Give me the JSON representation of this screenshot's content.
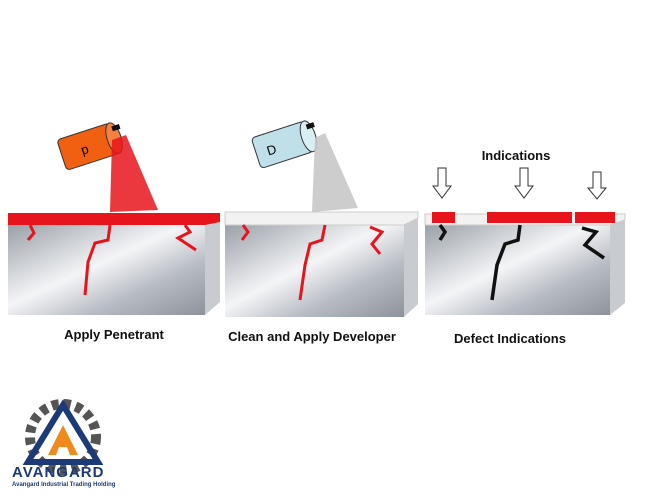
{
  "steps": [
    {
      "label": "Apply Penetrant",
      "can_letter": "p"
    },
    {
      "label": "Clean and Apply Developer",
      "can_letter": "D"
    },
    {
      "label": "Defect Indications",
      "annotation": "Indications"
    }
  ],
  "logo": {
    "name": "AVANGARD",
    "tagline": "Avangard Industrial Trading Holding",
    "letter": "A"
  },
  "colors": {
    "penetrant": "#e8141c",
    "developer": "#c8c8c8",
    "can_p": "#f06010",
    "can_d": "#bfe0e8",
    "logo_blue": "#1c3a78",
    "logo_orange": "#f08a1c"
  }
}
